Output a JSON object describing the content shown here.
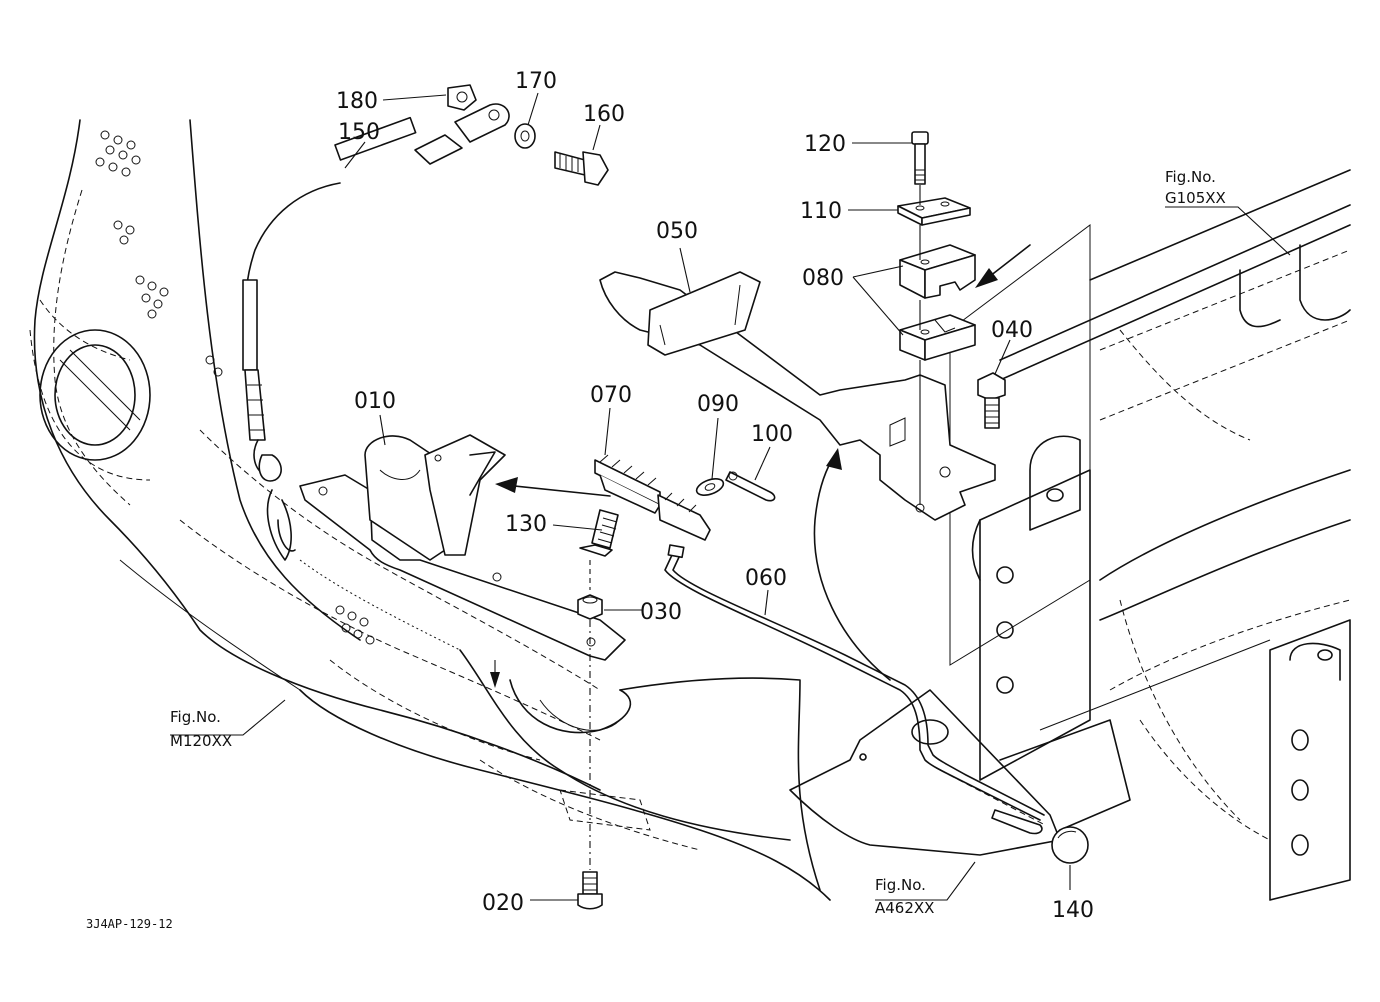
{
  "callouts": [
    {
      "id": "c180",
      "label": "180"
    },
    {
      "id": "c170",
      "label": "170"
    },
    {
      "id": "c160",
      "label": "160"
    },
    {
      "id": "c150",
      "label": "150"
    },
    {
      "id": "c120",
      "label": "120"
    },
    {
      "id": "c110",
      "label": "110"
    },
    {
      "id": "c080",
      "label": "080"
    },
    {
      "id": "c050",
      "label": "050"
    },
    {
      "id": "c040",
      "label": "040"
    },
    {
      "id": "c010",
      "label": "010"
    },
    {
      "id": "c070",
      "label": "070"
    },
    {
      "id": "c090",
      "label": "090"
    },
    {
      "id": "c100",
      "label": "100"
    },
    {
      "id": "c130",
      "label": "130"
    },
    {
      "id": "c030",
      "label": "030"
    },
    {
      "id": "c060",
      "label": "060"
    },
    {
      "id": "c020",
      "label": "020"
    },
    {
      "id": "c140",
      "label": "140"
    }
  ],
  "figure_refs": [
    {
      "id": "g105",
      "prefix": "Fig.No.",
      "code": "G105XX"
    },
    {
      "id": "m120",
      "prefix": "Fig.No.",
      "code": "M120XX"
    },
    {
      "id": "a462",
      "prefix": "Fig.No.",
      "code": "A462XX"
    }
  ],
  "drawing_code": "3J4AP-129-12"
}
